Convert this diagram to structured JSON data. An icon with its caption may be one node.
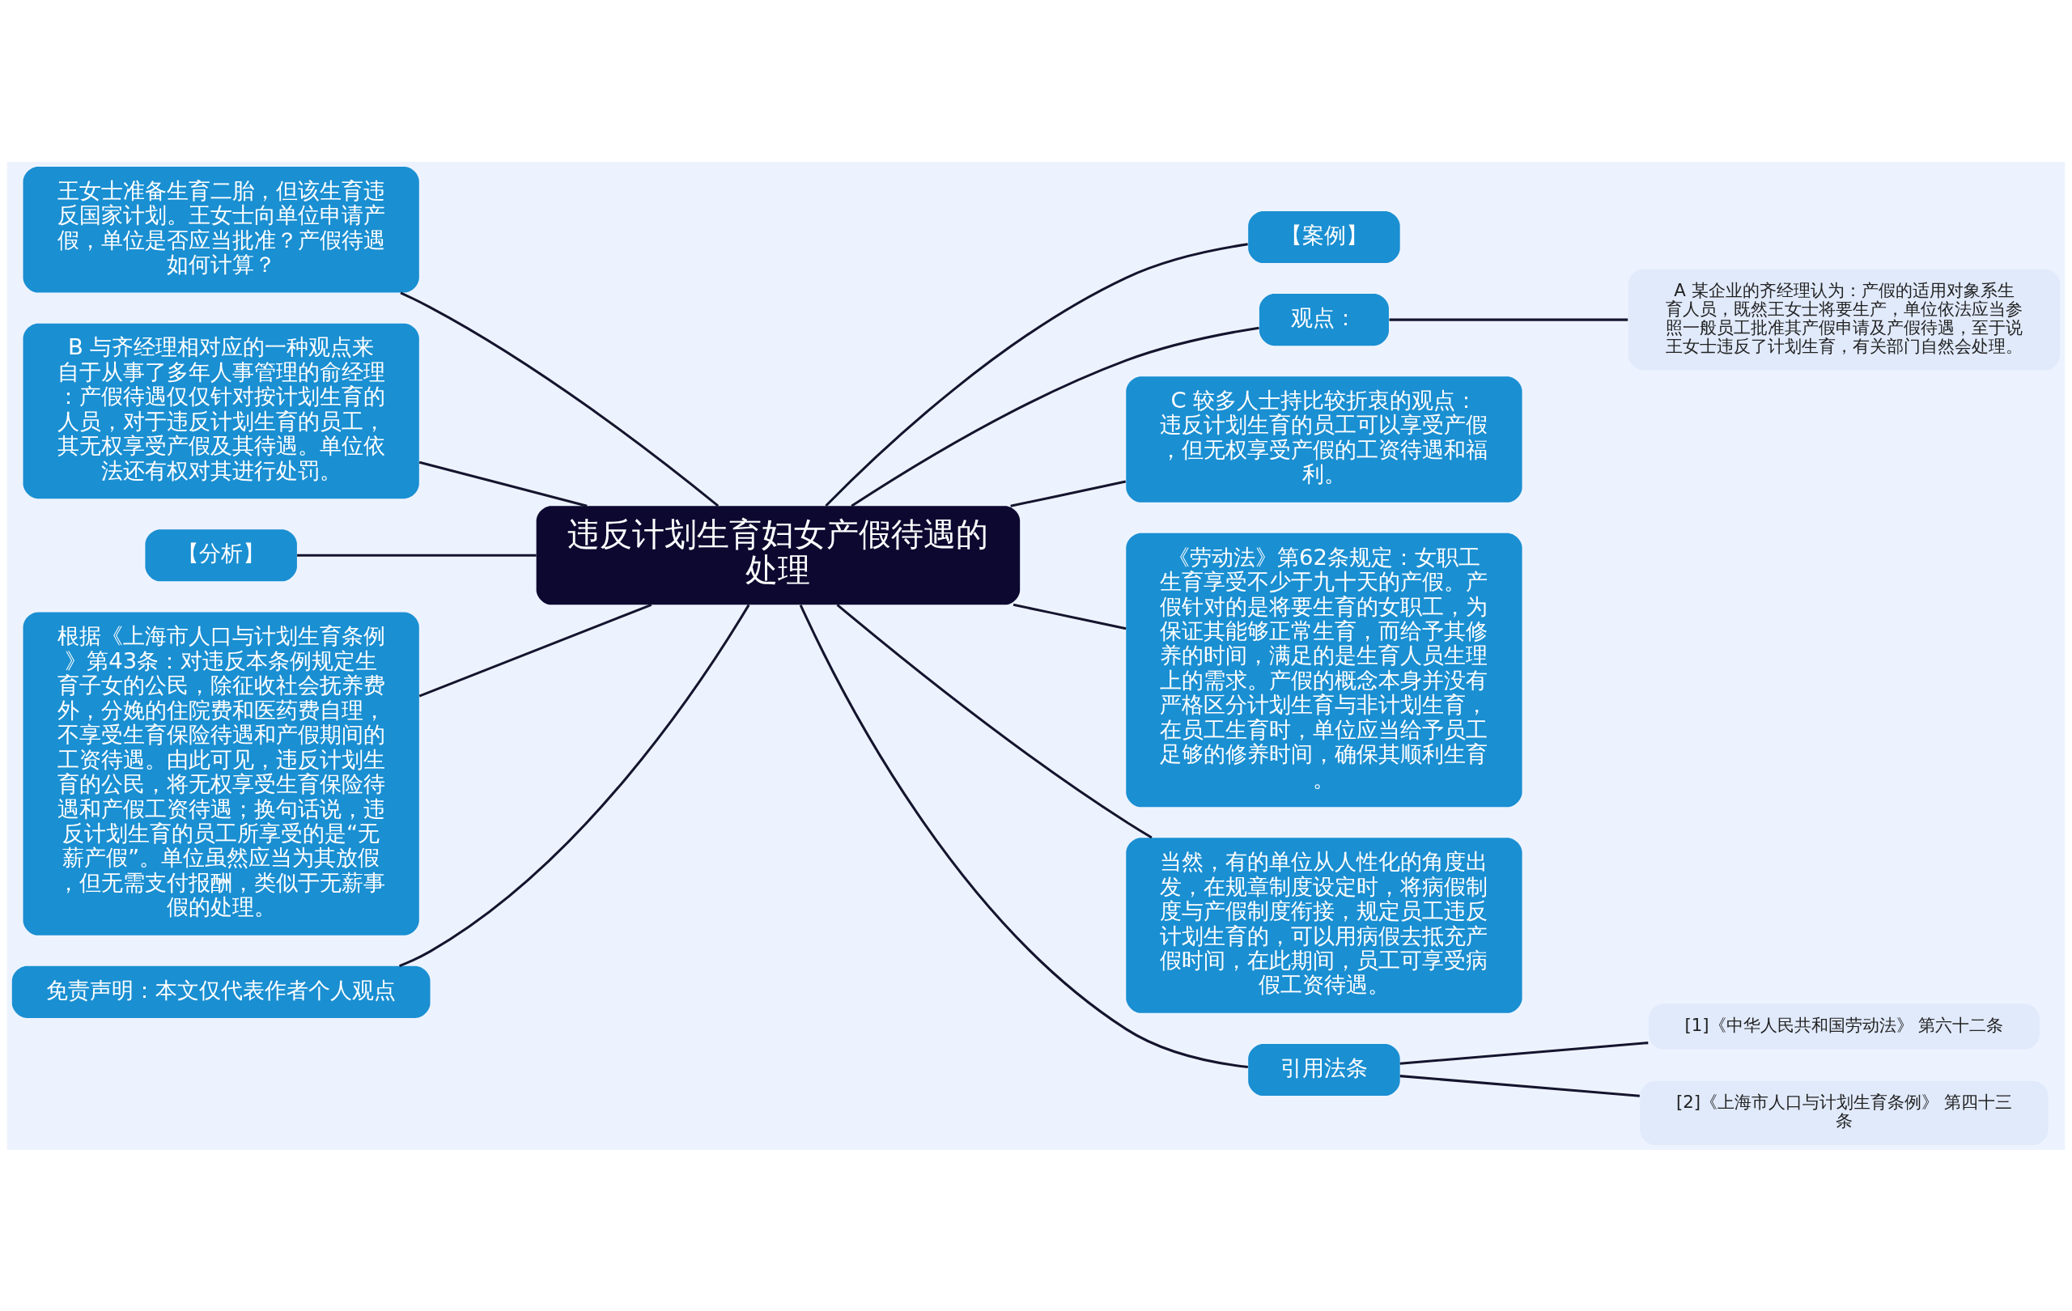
{
  "diagram": {
    "nodes": [
      {
        "text": [
          "违反计划生育妇女产假待遇的处理"
        ]
      },
      {
        "text": [
          "【案例】"
        ]
      },
      {
        "text": [
          "观点："
        ]
      },
      {
        "text": [
          "A 某企业的齐经理认为：产假的适用对象系生育人员，既然王女士将要生产，单位依法应当参照一般员工批准其产假申请及产假待遇，至于说王女士违反了计划生育，有关部门自然会处理。"
        ]
      },
      {
        "text": [
          "C 较多人士持比较折衷的观点：违反计划生育的员工可以享受产假，但无权享受产假的工资待遇和福利。"
        ]
      },
      {
        "text": [
          "《劳动法》第62条规定：女职工生育享受不少于九十天的产假。产假针对的是将要生育的女职工，为保证其能够正常生育，而给予其修养的时间，满足的是生育人员生理上的需求。产假的概念本身并没有严格区分计划生育与非计划生育，在员工生育时，单位应当给予员工足够的修养时间，确保其顺利生育。"
        ]
      },
      {
        "text": [
          "当然，有的单位从人性化的角度出发，在规章制度设定时，将病假制度与产假制度衔接，规定员工违反计划生育的，可以用病假去抵充产假时间，在此期间，员工可享受病假工资待遇。"
        ]
      },
      {
        "text": [
          "引用法条"
        ]
      },
      {
        "text": [
          "[1]《中华人民共和国劳动法》 第六十二条"
        ]
      },
      {
        "text": [
          "[2]《上海市人口与计划生育条例》 第四十三条"
        ]
      },
      {
        "text": [
          "王女士准备生育二胎，但该生育违反国家计划。王女士向单位申请产假，单位是否应当批准？产假待遇如何计算？"
        ]
      },
      {
        "text": [
          "B 与齐经理相对应的一种观点来自于从事了多年人事管理的俞经理：产假待遇仅仅针对按计划生育的人员，对于违反计划生育的员工，其无权享受产假及其待遇。单位依法还有权对其进行处罚。"
        ]
      },
      {
        "text": [
          "【分析】"
        ]
      },
      {
        "text": [
          "根据《上海市人口与计划生育条例》第43条：对违反本条例规定生育子女的公民，除征收社会抚养费外，分娩的住院费和医药费自理，不享受生育保险待遇和产假期间的工资待遇。由此可见，违反计划生育的公民，将无权享受生育保险待遇和产假工资待遇；换句话说，违反计划生育的员工所享受的是“无薪产假”。单位虽然应当为其放假，但无需支付报酬，类似于无薪事假的处理。"
        ]
      },
      {
        "text": [
          "免责声明：本文仅代表作者个人观点"
        ]
      }
    ],
    "edges": [
      {
        "from": 0,
        "to": 1,
        "arrow": "none"
      },
      {
        "from": 0,
        "to": 2,
        "arrow": "none"
      },
      {
        "from": 2,
        "to": 3,
        "arrow": "none"
      },
      {
        "from": 0,
        "to": 4,
        "arrow": "none"
      },
      {
        "from": 0,
        "to": 5,
        "arrow": "none"
      },
      {
        "from": 0,
        "to": 6,
        "arrow": "none"
      },
      {
        "from": 0,
        "to": 7,
        "arrow": "none"
      },
      {
        "from": 7,
        "to": 8,
        "arrow": "none"
      },
      {
        "from": 7,
        "to": 9,
        "arrow": "none"
      },
      {
        "from": 0,
        "to": 10,
        "arrow": "none"
      },
      {
        "from": 0,
        "to": 11,
        "arrow": "none"
      },
      {
        "from": 0,
        "to": 12,
        "arrow": "none"
      },
      {
        "from": 0,
        "to": 13,
        "arrow": "none"
      },
      {
        "from": 0,
        "to": 14,
        "arrow": "none"
      }
    ]
  }
}
